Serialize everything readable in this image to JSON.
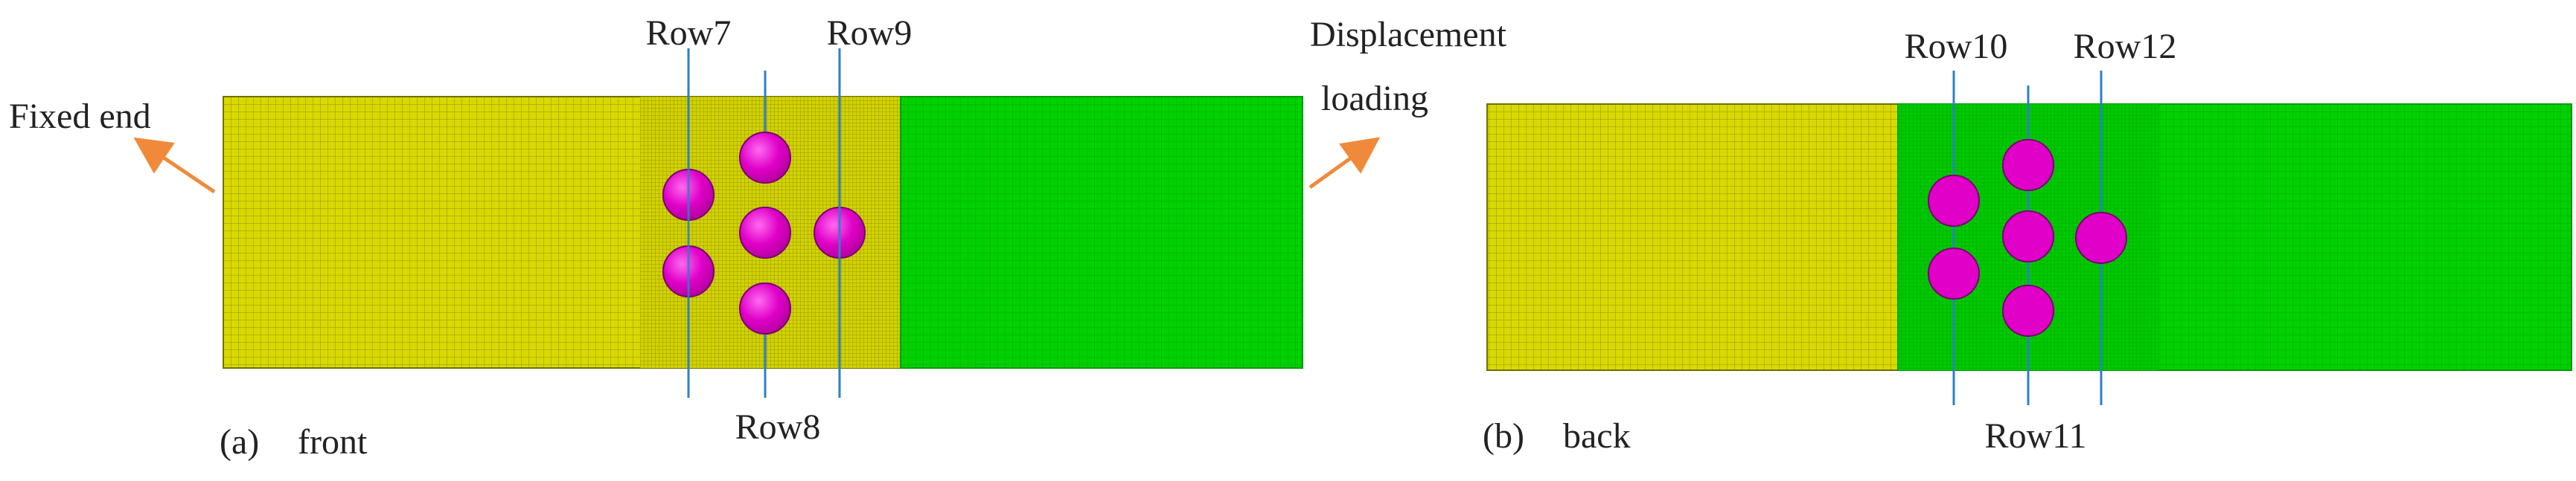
{
  "front_panel": {
    "caption_letter": "(a)",
    "caption_word": "front",
    "fixed_end_label": "Fixed end",
    "displacement_label_line1": "Displacement",
    "displacement_label_line2": "loading",
    "rows": [
      {
        "name": "Row7"
      },
      {
        "name": "Row8"
      },
      {
        "name": "Row9"
      }
    ]
  },
  "back_panel": {
    "caption_letter": "(b)",
    "caption_word": "back",
    "rows": [
      {
        "name": "Row10"
      },
      {
        "name": "Row11"
      },
      {
        "name": "Row12"
      }
    ]
  },
  "colors": {
    "left_plate": "#d9d900",
    "right_plate": "#00d100",
    "mesh": "#6f7000",
    "mesh_green": "#009a00",
    "fastener": "#e000c8",
    "fastener_edge": "#7a0070",
    "leader_line": "#2e7fc4",
    "arrow": "#f08a3a"
  }
}
